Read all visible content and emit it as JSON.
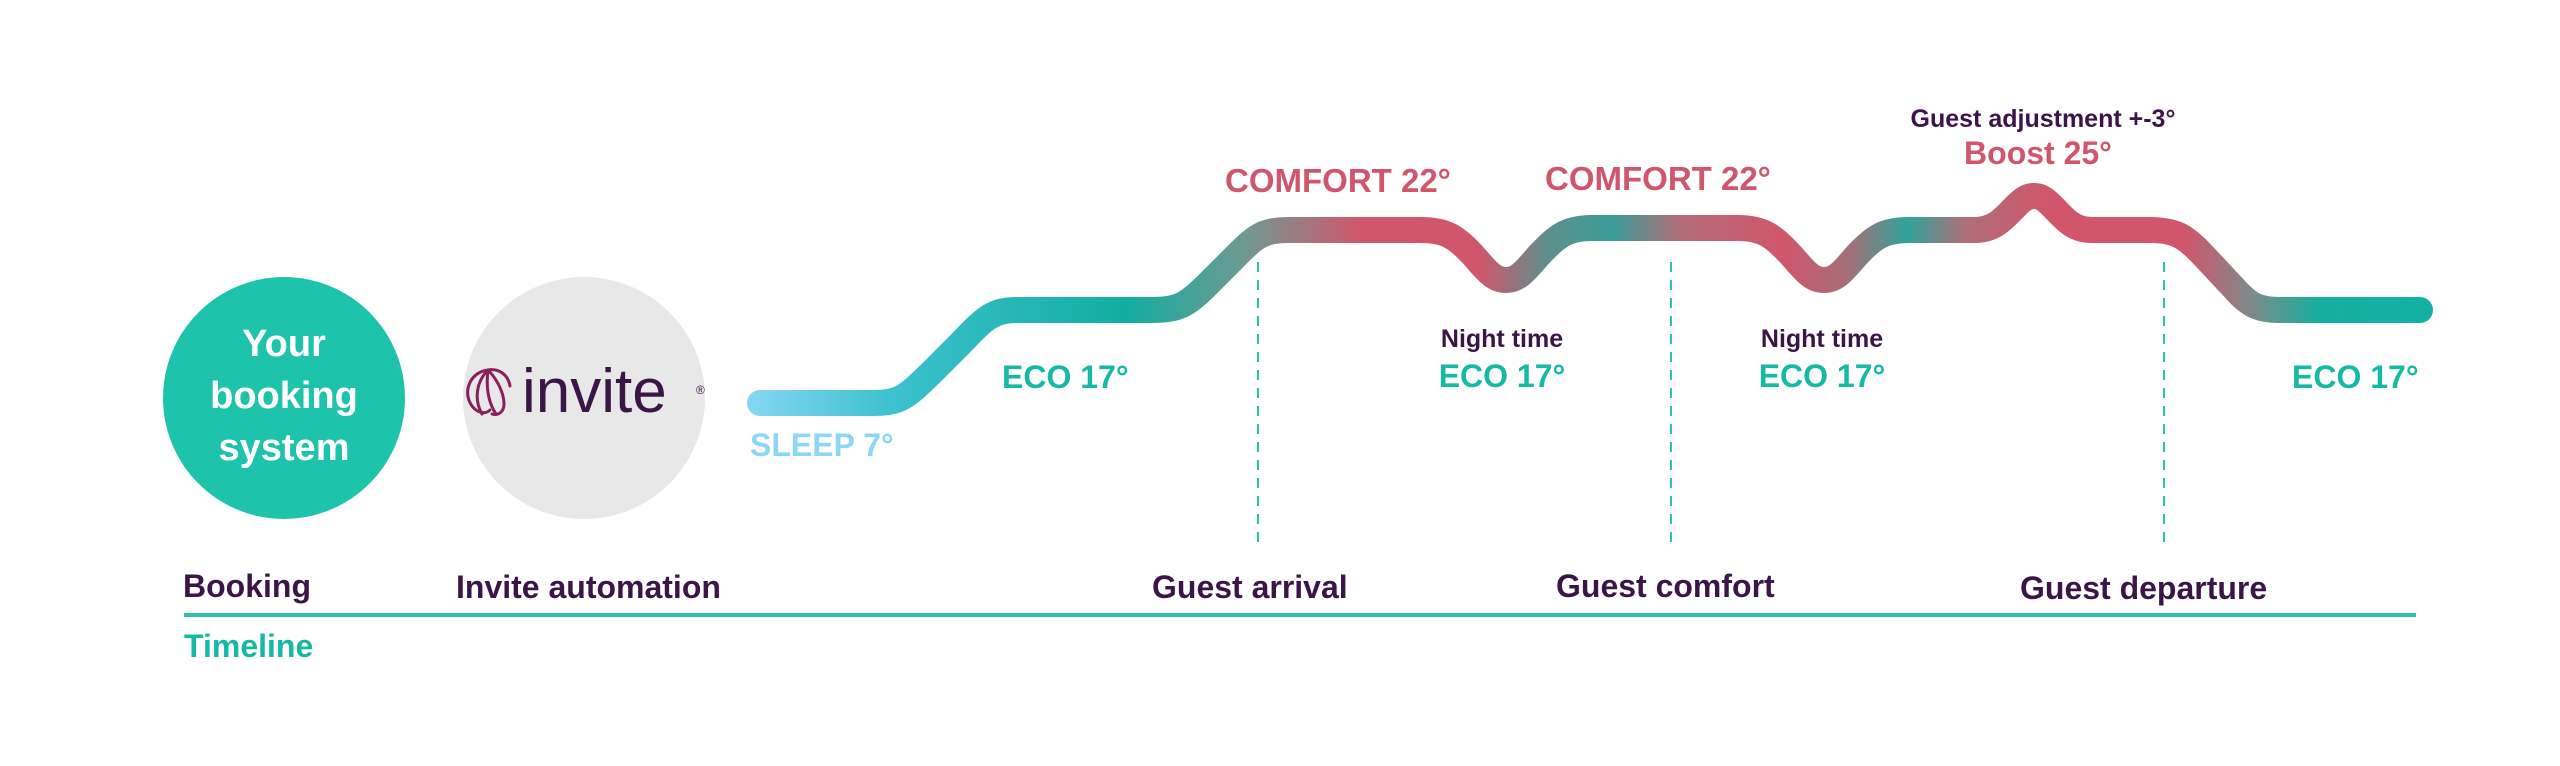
{
  "colors": {
    "teal": "#15b9a6",
    "plum": "#3b1548",
    "coral": "#d1566b",
    "sky": "#8ad8f5",
    "circle_grey": "#e8e8e8",
    "timeline": "#2cc2b0"
  },
  "booking_circle": {
    "line1": "Your",
    "line2": "booking",
    "line3": "system"
  },
  "invite_logo": {
    "wordmark": "invite",
    "registered": "®",
    "icon": "shell-icon"
  },
  "curve_labels": {
    "sleep": "SLEEP 7°",
    "eco_first": "ECO 17°",
    "comfort_first": "COMFORT 22°",
    "night_first_caption": "Night time",
    "night_first_value": "ECO 17°",
    "comfort_second": "COMFORT 22°",
    "night_second_caption": "Night time",
    "night_second_value": "ECO 17°",
    "adjustment_caption": "Guest adjustment +-3°",
    "boost": "Boost 25°",
    "eco_last": "ECO 17°"
  },
  "stages": {
    "booking": "Booking",
    "invite_automation": "Invite automation",
    "guest_arrival": "Guest arrival",
    "guest_comfort": "Guest comfort",
    "guest_departure": "Guest departure"
  },
  "timeline_label": "Timeline"
}
